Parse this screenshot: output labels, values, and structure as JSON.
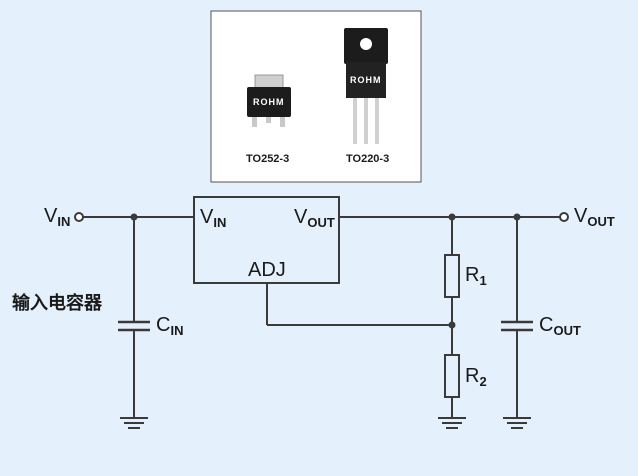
{
  "packages": [
    {
      "name": "TO252-3",
      "brand": "ROHM"
    },
    {
      "name": "TO220-3",
      "brand": "ROHM"
    }
  ],
  "labels": {
    "vin_main": "V",
    "vin_sub": "IN",
    "ic_vin_main": "V",
    "ic_vin_sub": "IN",
    "ic_vout_main": "V",
    "ic_vout_sub": "OUT",
    "ic_adj": "ADJ",
    "vout_main": "V",
    "vout_sub": "OUT",
    "cin_main": "C",
    "cin_sub": "IN",
    "cout_main": "C",
    "cout_sub": "OUT",
    "r1_main": "R",
    "r1_sub": "1",
    "r2_main": "R",
    "r2_sub": "2",
    "input_cap_note": "输入电容器"
  },
  "colors": {
    "background": "#e4f0fb",
    "wire": "#3a3a3a",
    "package_body": "#1c1c1c",
    "package_tab": "#bdbdbd"
  }
}
